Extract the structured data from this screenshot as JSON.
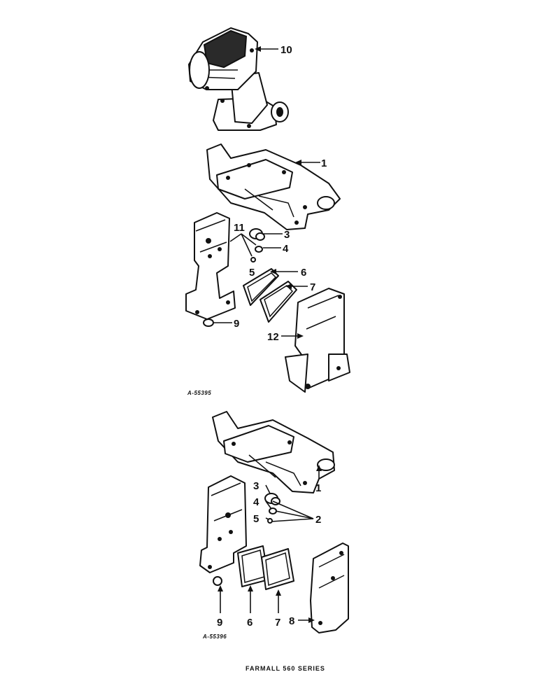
{
  "figures": [
    {
      "id": "top",
      "callouts": [
        {
          "number": "10"
        }
      ]
    },
    {
      "id": "middle",
      "reference": "A-55395",
      "callouts": [
        {
          "number": "1"
        },
        {
          "number": "11"
        },
        {
          "number": "3"
        },
        {
          "number": "4"
        },
        {
          "number": "5"
        },
        {
          "number": "6"
        },
        {
          "number": "7"
        },
        {
          "number": "9"
        },
        {
          "number": "12"
        }
      ]
    },
    {
      "id": "bottom",
      "reference": "A-55396",
      "callouts": [
        {
          "number": "1"
        },
        {
          "number": "3"
        },
        {
          "number": "4"
        },
        {
          "number": "5"
        },
        {
          "number": "2"
        },
        {
          "number": "9"
        },
        {
          "number": "6"
        },
        {
          "number": "7"
        },
        {
          "number": "8"
        }
      ]
    }
  ],
  "footer": "FARMALL 560 SERIES",
  "colors": {
    "ink": "#111111",
    "paper": "#ffffff"
  }
}
